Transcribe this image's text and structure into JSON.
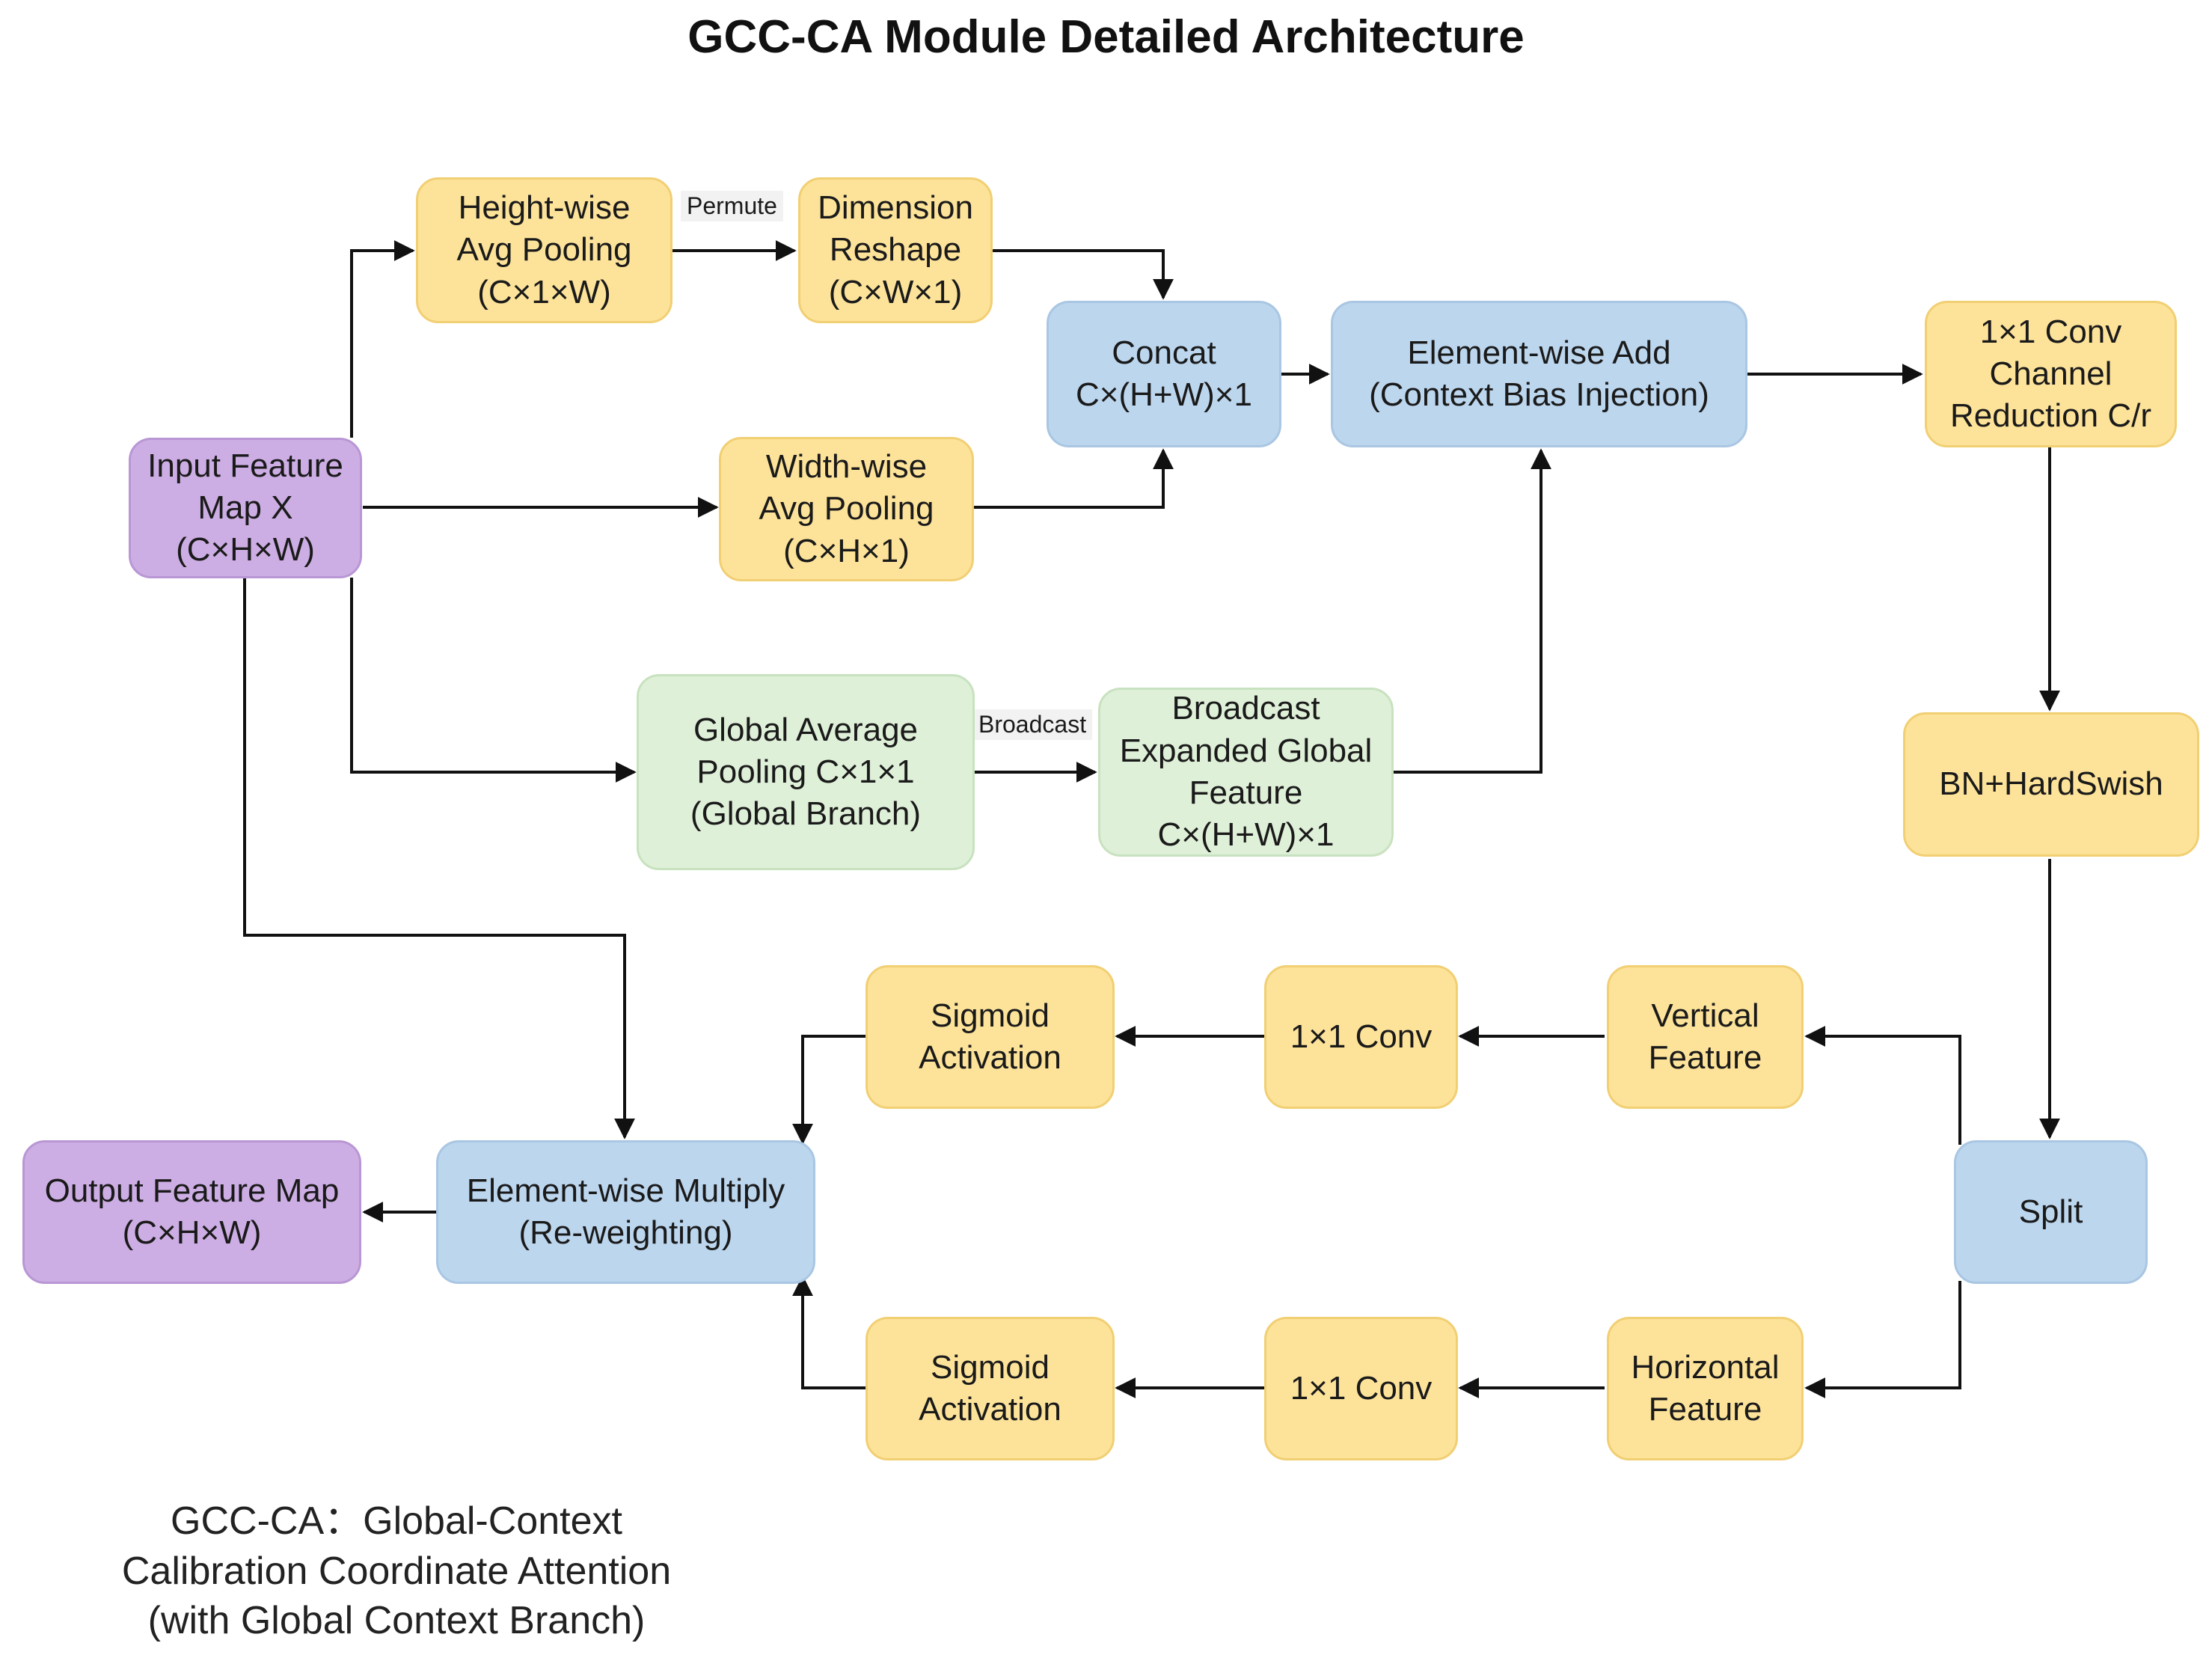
{
  "title": "GCC-CA Module Detailed Architecture",
  "nodes": {
    "input": "Input Feature\nMap X\n(C×H×W)",
    "height_pool": "Height-wise\nAvg Pooling\n(C×1×W)",
    "dim_reshape": "Dimension\nReshape\n(C×W×1)",
    "width_pool": "Width-wise\nAvg Pooling\n(C×H×1)",
    "concat": "Concat\nC×(H+W)×1",
    "ew_add": "Element-wise Add\n(Context Bias Injection)",
    "conv_reduce": "1×1 Conv\nChannel\nReduction C/r",
    "gap": "Global Average\nPooling C×1×1\n(Global Branch)",
    "broadcast_feat": "Broadcast\nExpanded Global\nFeature\nC×(H+W)×1",
    "bn_hs": "BN+HardSwish",
    "split": "Split",
    "vertical": "Vertical\nFeature",
    "horizontal": "Horizontal\nFeature",
    "conv_v": "1×1 Conv",
    "conv_h": "1×1 Conv",
    "sig_v": "Sigmoid\nActivation",
    "sig_h": "Sigmoid\nActivation",
    "ew_mul": "Element-wise Multiply\n(Re-weighting)",
    "output": "Output Feature Map\n(C×H×W)"
  },
  "edge_labels": {
    "permute": "Permute",
    "broadcast": "Broadcast"
  },
  "caption": "GCC-CA：Global-Context\nCalibration Coordinate Attention\n(with Global Context Branch)",
  "colors": {
    "yellow": "#fde39a",
    "blue": "#bcd6ee",
    "green": "#dff0d8",
    "purple": "#cdaee4",
    "edge": "#111111"
  }
}
